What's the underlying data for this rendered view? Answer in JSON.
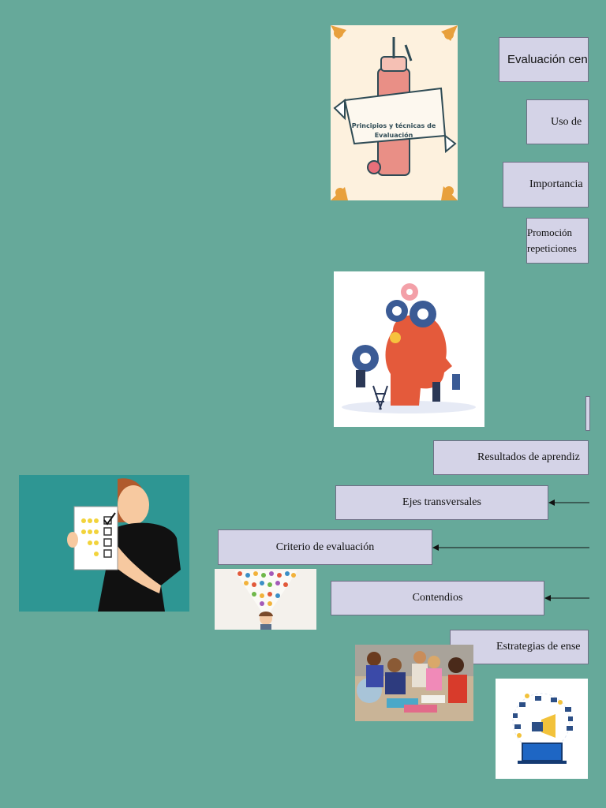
{
  "map": {
    "cover": {
      "line1": "Principios y técnicas de",
      "line2": "Evaluación"
    },
    "nodes": {
      "evaluacion_cen": "Evaluación cen",
      "uso_de": "Uso de",
      "importancia": "Importancia",
      "promocion_l1": "Promoción",
      "promocion_l2": "repeticiones",
      "resultados": "Resultados de aprendiz",
      "ejes": "Ejes transversales",
      "criterio": "Criterio de evaluación",
      "contenidos": "Contendios",
      "estrategias": "Estrategias de ense"
    }
  },
  "colors": {
    "background": "#66a99a",
    "box": "#d4d3e7",
    "border": "#6f6f86"
  }
}
